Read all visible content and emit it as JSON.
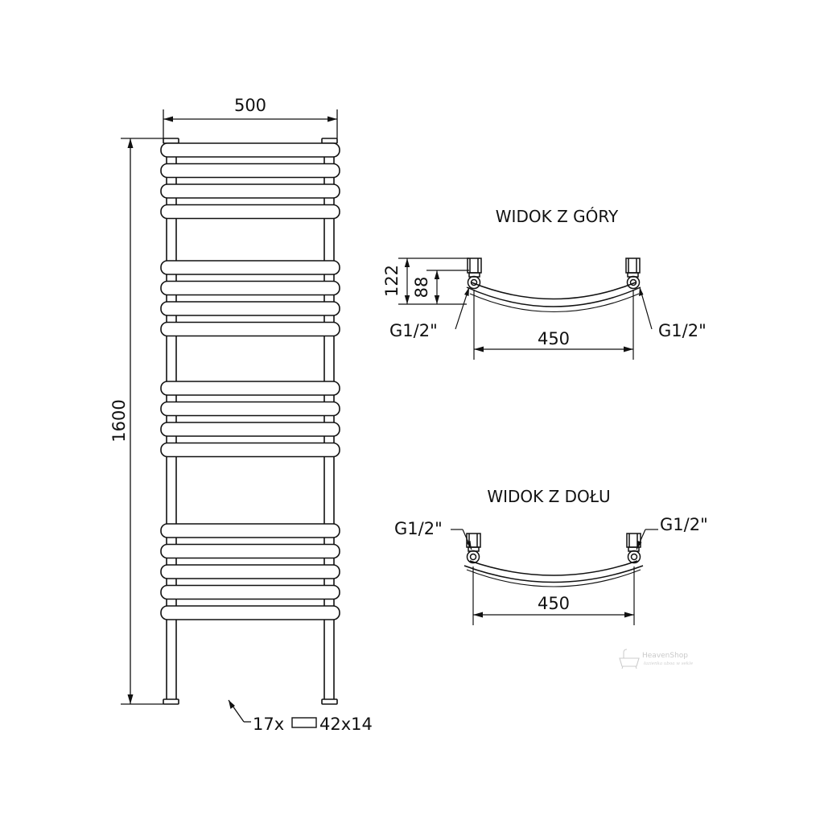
{
  "front_view": {
    "width_label": "500",
    "height_label": "1600",
    "tube_note": "17x",
    "tube_size": "42x14",
    "tube_count": 17
  },
  "top_view": {
    "title": "WIDOK Z GÓRY",
    "depth_outer_label": "122",
    "depth_inner_label": "88",
    "connector_left_label": "G1/2\"",
    "connector_right_label": "G1/2\"",
    "spacing_label": "450"
  },
  "bottom_view": {
    "title": "WIDOK Z DOŁU",
    "connector_left_label": "G1/2\"",
    "connector_right_label": "G1/2\"",
    "spacing_label": "450"
  },
  "watermark": {
    "brand": "HeavenShop",
    "tagline": "łazienka uboa w sekle"
  },
  "colors": {
    "line": "#111111",
    "watermark": "#c8c8c8"
  }
}
